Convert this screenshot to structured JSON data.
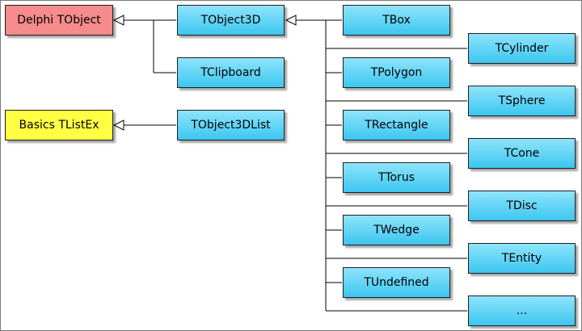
{
  "colors": {
    "delphi_fill": "#f58b8b",
    "basics_fill": "#ffff44",
    "class_fill_top": "#8ee4fb",
    "class_fill_bottom": "#3cc6f0",
    "line": "#000000"
  },
  "nodes": {
    "delphi_tobject": "Delphi TObject",
    "basics_tlistex": "Basics TListEx",
    "tobject3d": "TObject3D",
    "tclipboard": "TClipboard",
    "tobject3dlist": "TObject3DList",
    "tbox": "TBox",
    "tcylinder": "TCylinder",
    "tpolygon": "TPolygon",
    "tsphere": "TSphere",
    "trectangle": "TRectangle",
    "tcone": "TCone",
    "ttorus": "TTorus",
    "tdisc": "TDisc",
    "twedge": "TWedge",
    "tentity": "TEntity",
    "tundefined": "TUndefined",
    "more": "..."
  }
}
